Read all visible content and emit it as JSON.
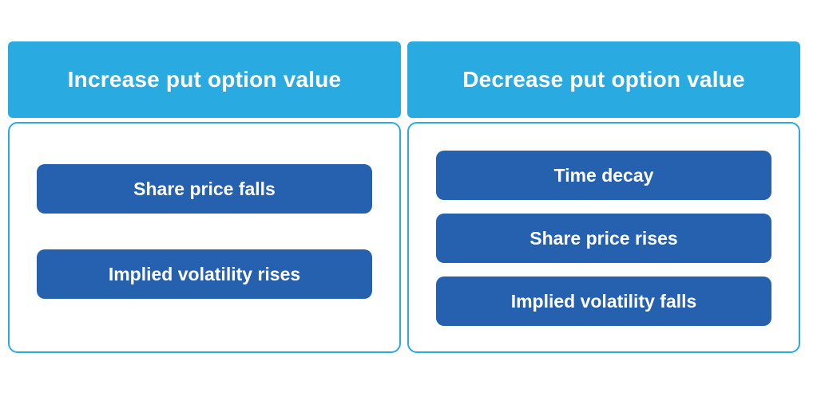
{
  "diagram": {
    "columns": [
      {
        "header": "Increase put option value",
        "items": [
          "Share price falls",
          "Implied volatility rises"
        ]
      },
      {
        "header": "Decrease put option value",
        "items": [
          "Time decay",
          "Share price rises",
          "Implied volatility falls"
        ]
      }
    ],
    "colors": {
      "header_bg": "#29abe2",
      "item_bg": "#2561ae",
      "container_border": "#29abe2",
      "text": "#ffffff",
      "page_bg": "#ffffff"
    }
  }
}
